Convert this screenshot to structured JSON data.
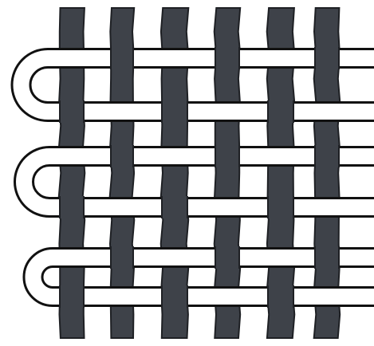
{
  "figure": {
    "subject": "plain-weave",
    "warp_count": 6,
    "weft_passes": 6,
    "colors": {
      "background": "#ffffff",
      "warp_fill": "#3e4249",
      "warp_stroke": "#1e2024",
      "weft_fill": "#ffffff",
      "weft_stroke": "#111111"
    }
  }
}
